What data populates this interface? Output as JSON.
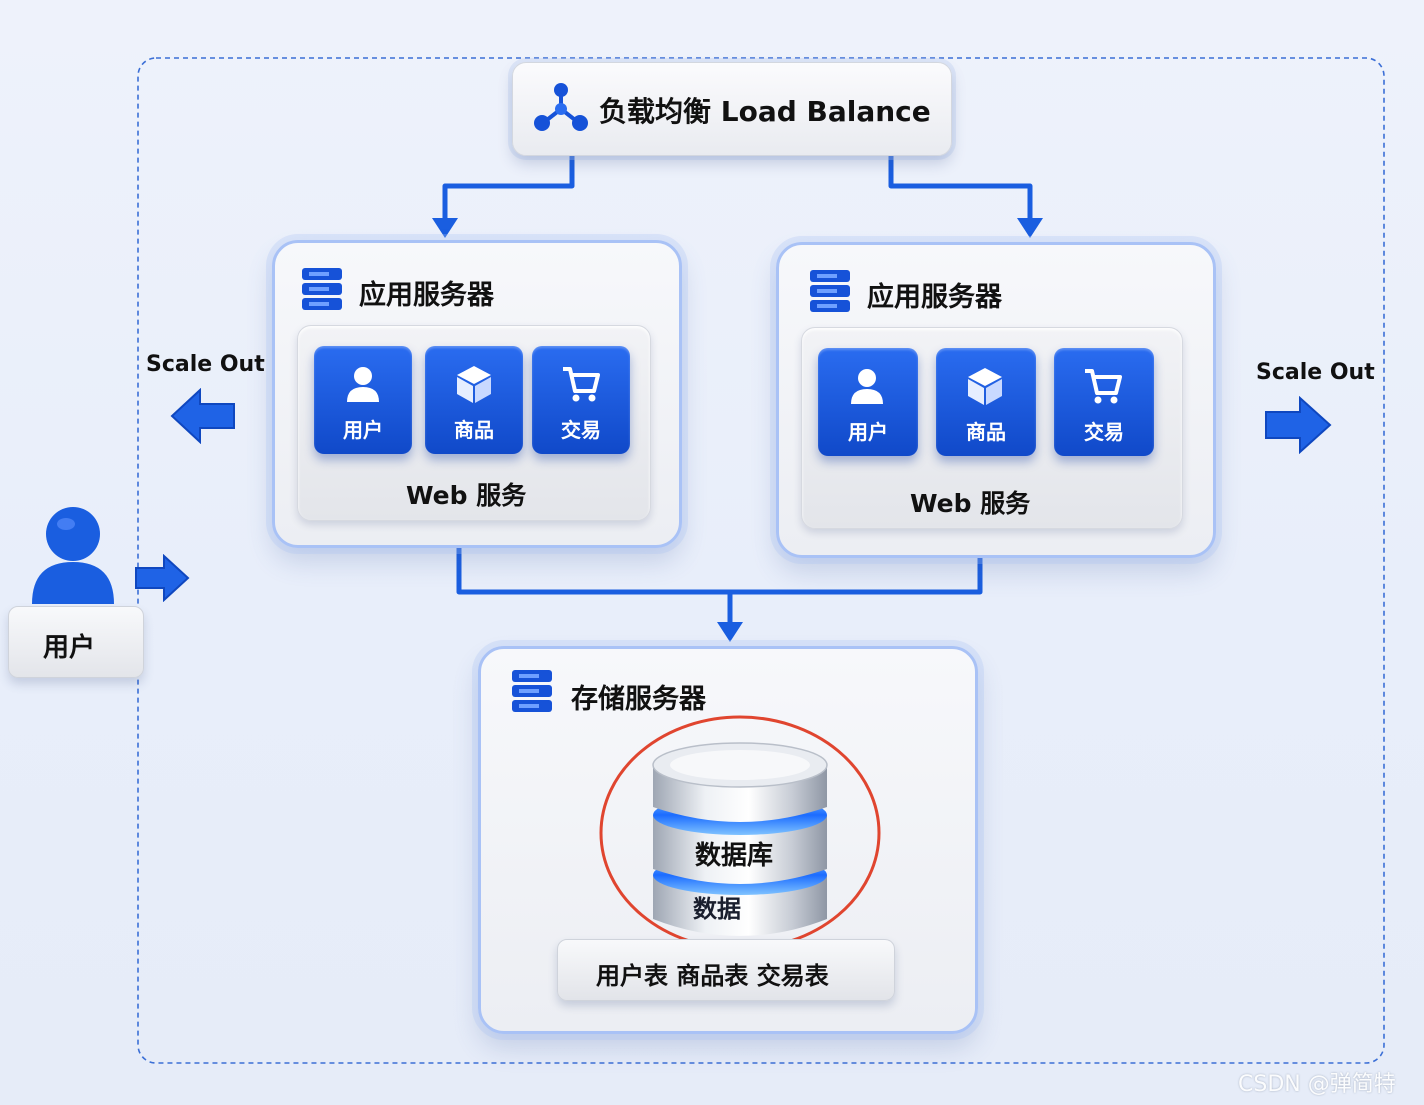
{
  "load_balancer": {
    "title": "负载均衡 Load Balance"
  },
  "app_servers": [
    {
      "title": "应用服务器",
      "services": [
        "用户",
        "商品",
        "交易"
      ],
      "caption": "Web 服务"
    },
    {
      "title": "应用服务器",
      "services": [
        "用户",
        "商品",
        "交易"
      ],
      "caption": "Web 服务"
    }
  ],
  "scale_left": "Scale Out",
  "scale_right": "Scale Out",
  "user": {
    "label": "用户"
  },
  "storage": {
    "title": "存储服务器",
    "db_label": "数据库",
    "db_label_2": "数据",
    "tables": "用户表 商品表 交易表"
  },
  "watermark": "CSDN @弹简特",
  "colors": {
    "accent": "#1652d8",
    "connector": "#1a5ee0",
    "highlight_circle": "#e0452f",
    "boundary": "#3b6fd6"
  }
}
